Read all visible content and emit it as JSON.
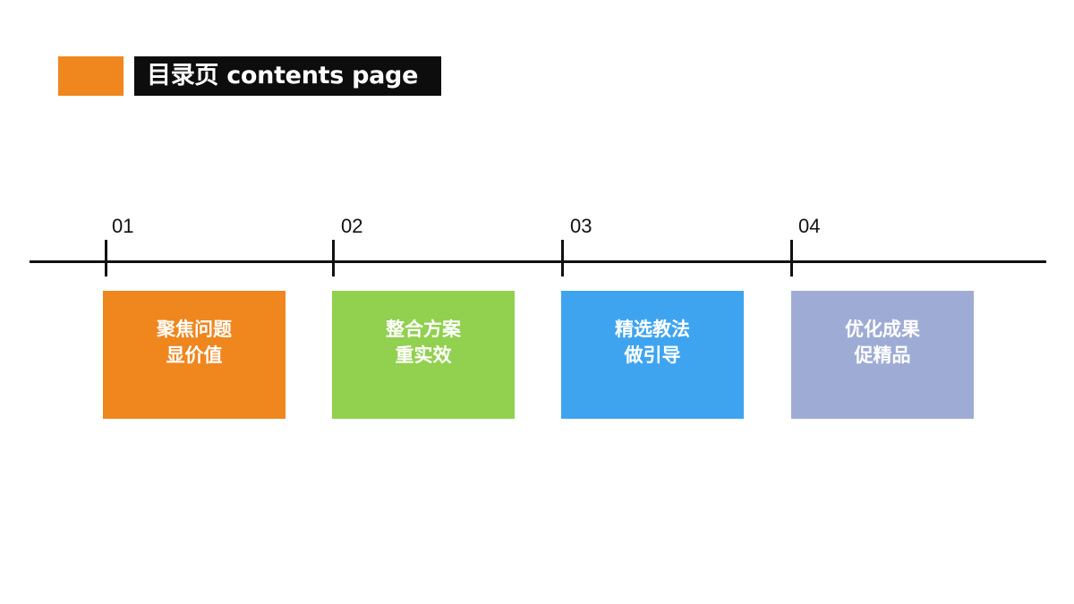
{
  "header": {
    "title": "目录页 contents page",
    "accent_color": "#ef861e",
    "title_bg": "#0d0d0d"
  },
  "timeline": {
    "line_color": "#111111",
    "items": [
      {
        "number": "01",
        "line1": "聚焦问题",
        "line2": "显价值",
        "color": "#ef861e"
      },
      {
        "number": "02",
        "line1": "整合方案",
        "line2": "重实效",
        "color": "#92d050"
      },
      {
        "number": "03",
        "line1": "精选教法",
        "line2": "做引导",
        "color": "#3fa4f0"
      },
      {
        "number": "04",
        "line1": "优化成果",
        "line2": "促精品",
        "color": "#9eacd5"
      }
    ]
  }
}
